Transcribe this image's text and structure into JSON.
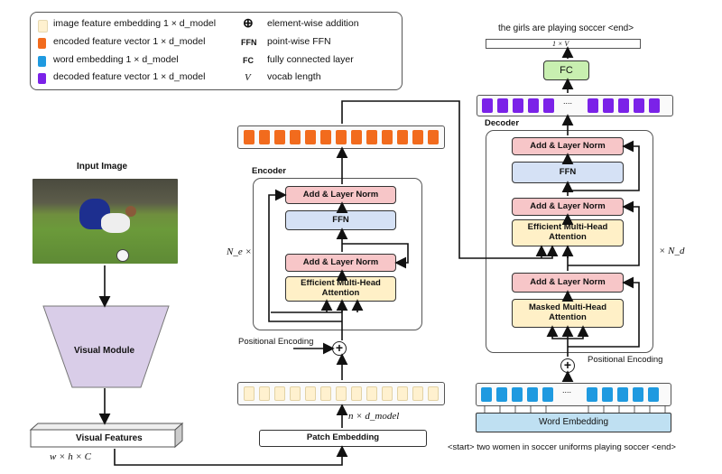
{
  "legend": {
    "items": [
      {
        "text": "image feature embedding 1 × d_model",
        "color": "#fff1cf"
      },
      {
        "text": "encoded feature vector 1 × d_model",
        "color": "#f26b1d"
      },
      {
        "text": "word embedding 1 × d_model",
        "color": "#1f9ae0"
      },
      {
        "text": "decoded feature vector 1 × d_model",
        "color": "#7b22e8"
      }
    ],
    "symbols": [
      {
        "sym": "⊕",
        "text": "element-wise addition"
      },
      {
        "sym": "FFN",
        "text": "point-wise FFN"
      },
      {
        "sym": "FC",
        "text": "fully connected layer"
      },
      {
        "sym": "V",
        "text": "vocab length"
      }
    ]
  },
  "input": {
    "title": "Input Image"
  },
  "visual_module": {
    "label": "Visual Module"
  },
  "visual_features": {
    "label": "Visual Features",
    "dims": "w × h × C"
  },
  "patch": {
    "label": "Patch Embedding",
    "dims": "n × d_model"
  },
  "positional_encoding": "Positional Encoding",
  "encoder": {
    "title": "Encoder",
    "repeat": "N_e ×",
    "blocks": [
      "Add & Layer Norm",
      "FFN",
      "Add & Layer Norm",
      "Efficient Multi-Head Attention"
    ]
  },
  "decoder": {
    "title": "Decoder",
    "repeat": "× N_d",
    "blocks": [
      "Add & Layer Norm",
      "FFN",
      "Add & Layer Norm",
      "Efficient Multi-Head Attention",
      "Add & Layer Norm",
      "Masked Multi-Head Attention"
    ]
  },
  "fc": {
    "label": "FC",
    "dims": "1 × V"
  },
  "word_embedding": {
    "label": "Word Embedding"
  },
  "ellipsis": "....",
  "output_sentence": "the girls are playing soccer <end>",
  "input_sentence": "<start> two women in soccer uniforms playing soccer <end>",
  "colors": {
    "image_feature": "#fff1cf",
    "encoded": "#f26b1d",
    "word": "#1f9ae0",
    "decoded": "#7b22e8",
    "visual_module": "#d9cde8"
  }
}
